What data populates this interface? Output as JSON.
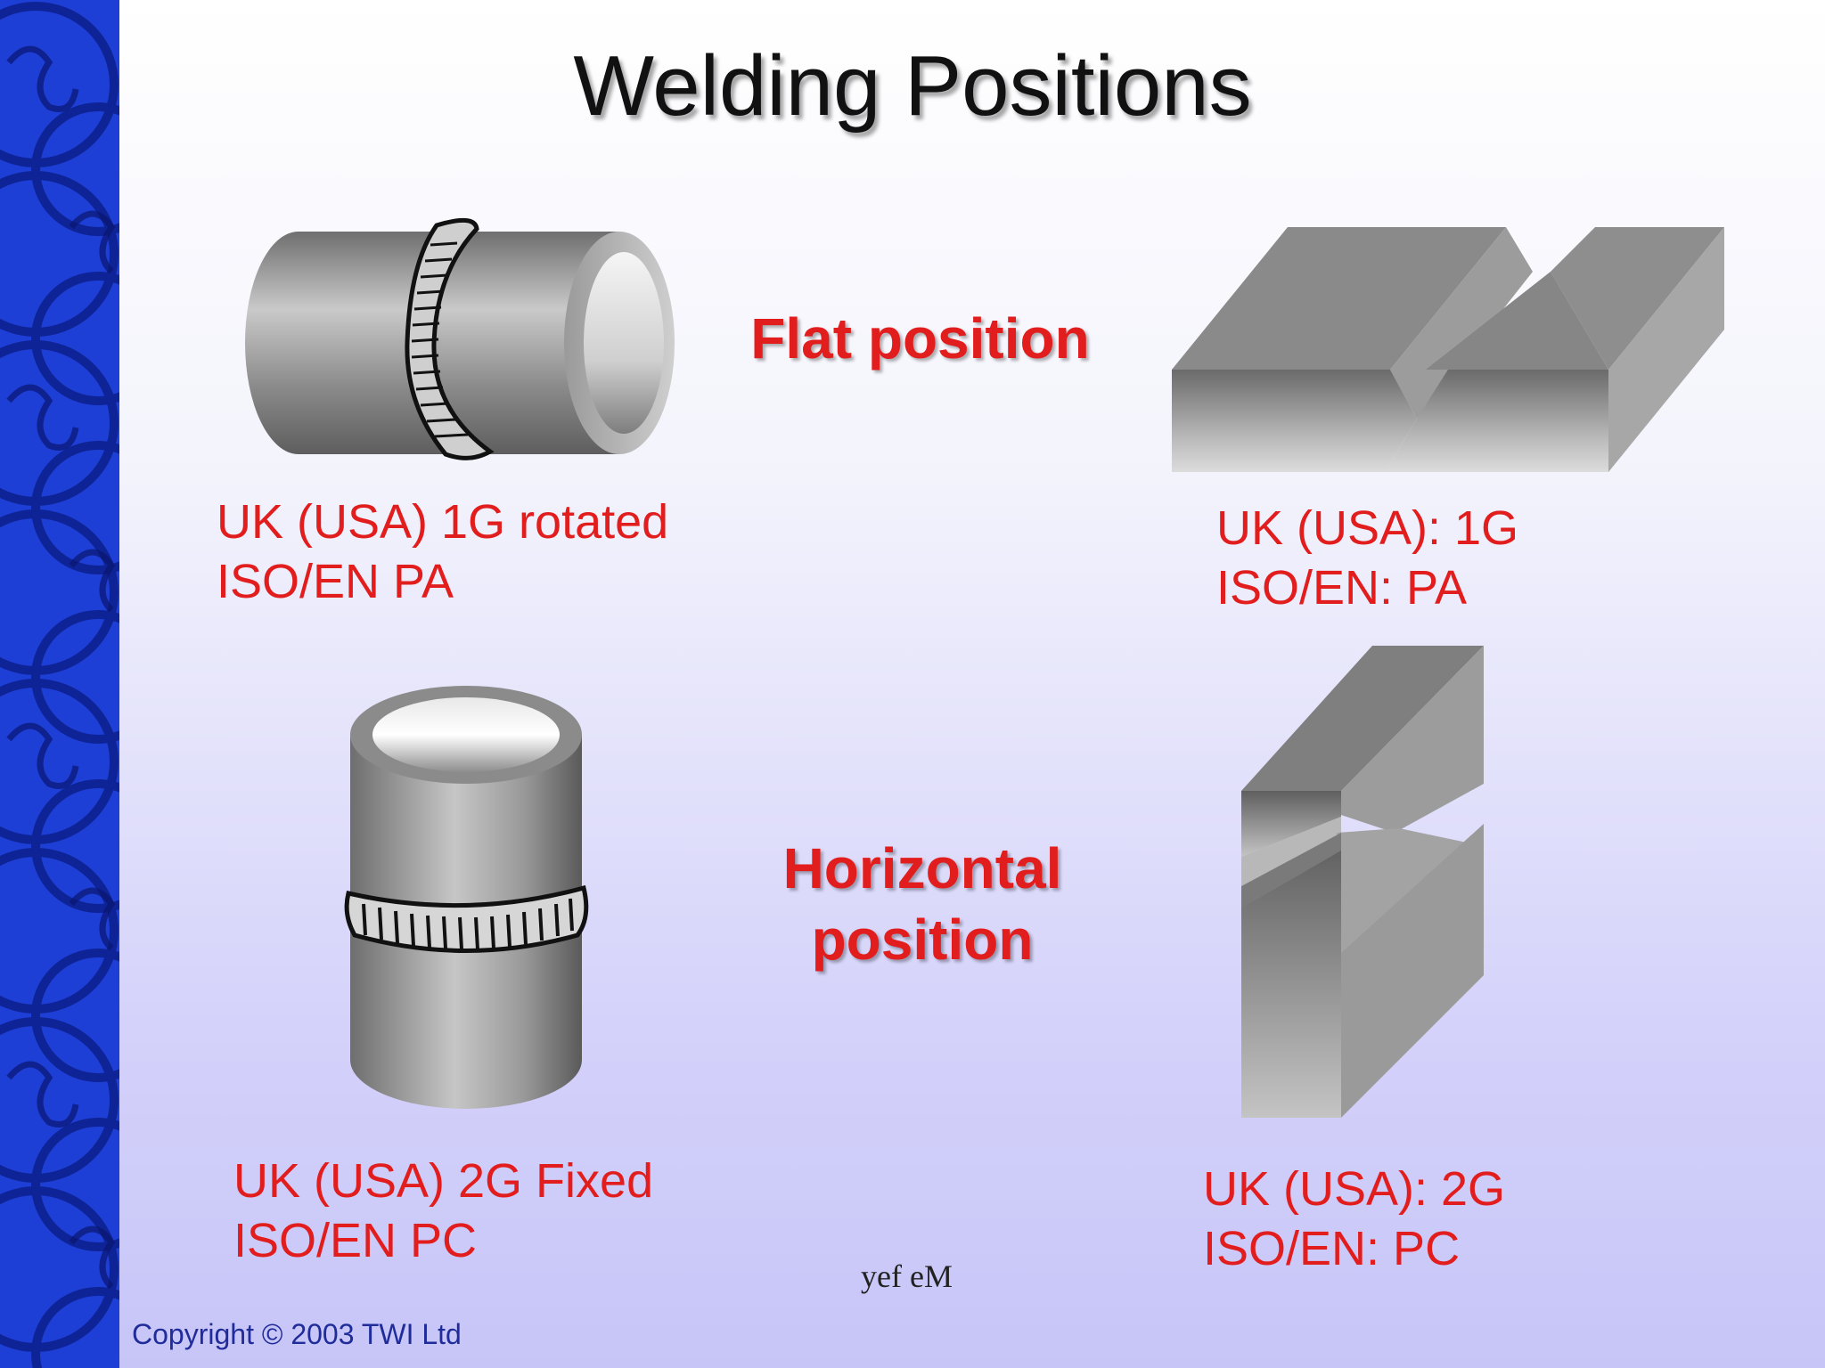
{
  "slide": {
    "title": "Welding Positions",
    "flat_heading": "Flat position",
    "horizontal_heading_line1": "Horizontal",
    "horizontal_heading_line2": "position",
    "pipe_1g": {
      "line1": "UK (USA) 1G rotated",
      "line2": "ISO/EN PA"
    },
    "plate_1g": {
      "line1": "UK (USA): 1G",
      "line2": "ISO/EN: PA"
    },
    "pipe_2g": {
      "line1": "UK (USA) 2G Fixed",
      "line2": "ISO/EN PC"
    },
    "plate_2g": {
      "line1": "UK (USA): 2G",
      "line2": "ISO/EN: PC"
    },
    "center_note": "yef eM",
    "copyright": "Copyright © 2003 TWI Ltd"
  },
  "colors": {
    "label_red": "#e21d1d",
    "band_blue": "#1d3fd6",
    "copyright_blue": "#1f2c9a"
  },
  "icons": [
    "side-pattern-icon",
    "horizontal-pipe-weld-icon",
    "flat-plate-groove-icon",
    "vertical-pipe-weld-icon",
    "horizontal-plate-groove-icon"
  ]
}
